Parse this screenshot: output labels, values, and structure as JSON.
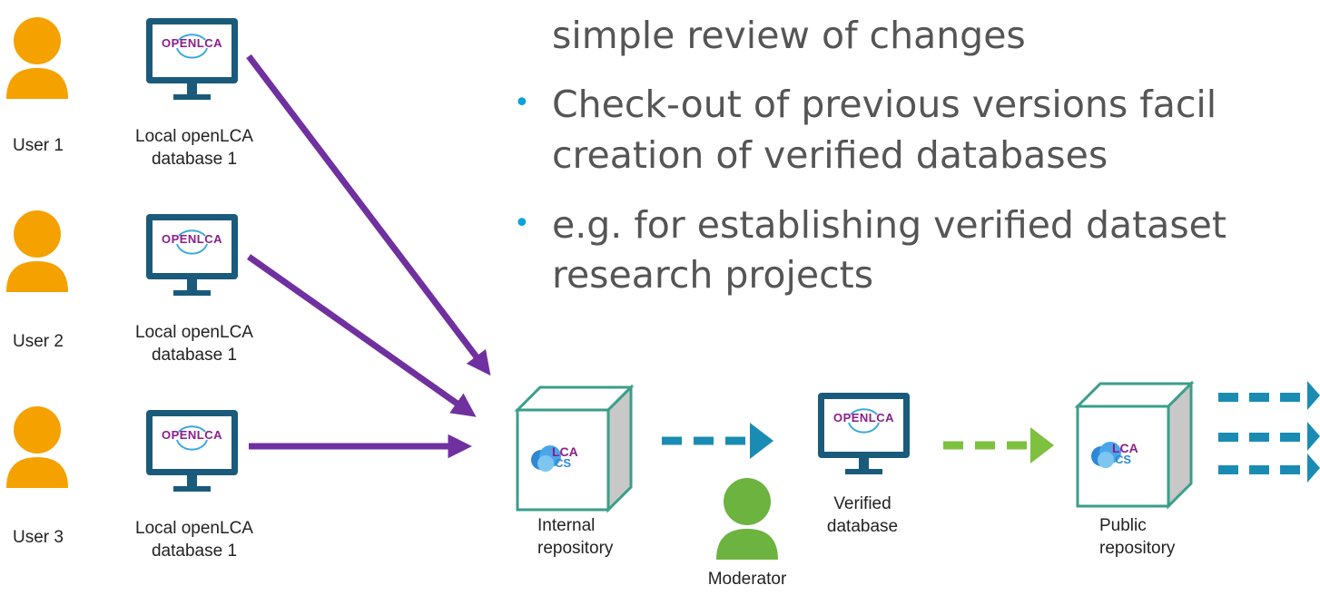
{
  "bullets": {
    "b0_line2": "simple review of changes",
    "b1_line1": "Check-out of previous versions facil",
    "b1_line2": "creation of verified databases",
    "b2_line1": "e.g. for establishing verified dataset",
    "b2_line2": "research projects"
  },
  "users": [
    {
      "user_label": "User 1",
      "db_line1": "Local openLCA",
      "db_line2": "database 1"
    },
    {
      "user_label": "User 2",
      "db_line1": "Local openLCA",
      "db_line2": "database 1"
    },
    {
      "user_label": "User 3",
      "db_line1": "Local openLCA",
      "db_line2": "database 1"
    }
  ],
  "flow": {
    "internal_line1": "Internal",
    "internal_line2": "repository",
    "moderator": "Moderator",
    "verified_line1": "Verified",
    "verified_line2": "database",
    "public_line1": "Public",
    "public_line2": "repository"
  },
  "logos": {
    "openlca_text": "OPENLCA",
    "lca_text": "LCA",
    "cs_text": "CS"
  },
  "colors": {
    "user": "#f5a100",
    "moderator": "#6db33f",
    "monitor": "#1a5a7a",
    "purple_arrow": "#7030a0",
    "blue_arrow": "#1a8cb4",
    "green_arrow": "#7ec13f",
    "cube": "#3a9e8a",
    "bullet": "#0aa1dd"
  }
}
